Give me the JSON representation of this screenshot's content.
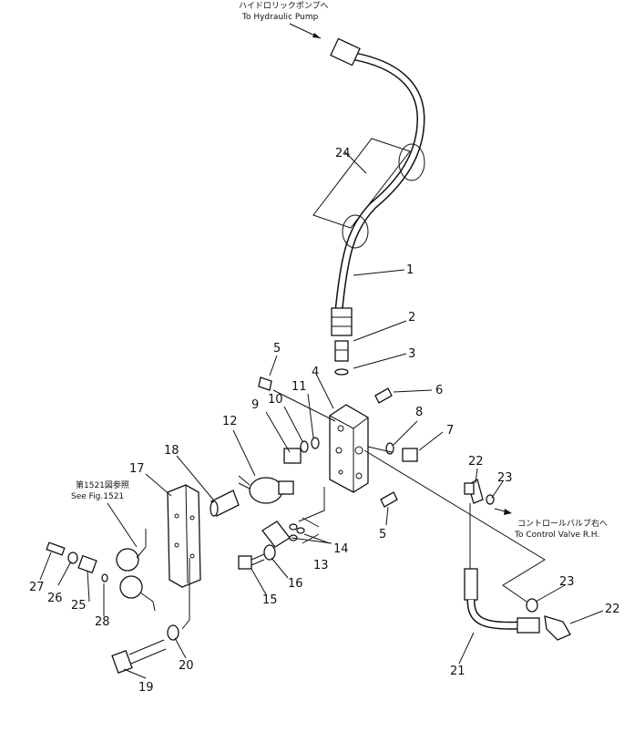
{
  "annotations": {
    "pump_jp": "ハイドロリックポンプへ",
    "pump_en": "To Hydraulic Pump",
    "valve_jp": "コントロールバルブ右へ",
    "valve_en": "To Control Valve R.H.",
    "fig_jp": "第1521図参照",
    "fig_en": "See Fig.1521"
  },
  "part_numbers": [
    "1",
    "2",
    "3",
    "4",
    "5",
    "5",
    "6",
    "7",
    "8",
    "9",
    "10",
    "11",
    "12",
    "13",
    "14",
    "15",
    "16",
    "17",
    "18",
    "19",
    "20",
    "21",
    "22",
    "22",
    "23",
    "23",
    "24",
    "25",
    "26",
    "27",
    "28"
  ]
}
